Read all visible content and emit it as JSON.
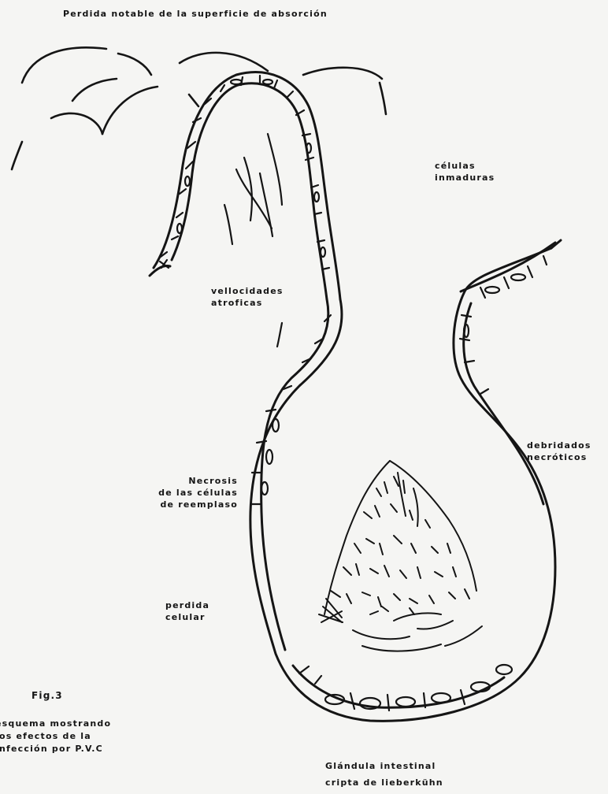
{
  "labels": {
    "top_title": "Perdida notable de la superficie de absorción",
    "immature_cells": [
      "células",
      "inmaduras"
    ],
    "atrophic_villi": [
      "vellocidades",
      "atroficas"
    ],
    "necrotic_debris": [
      "debridados",
      "necróticos"
    ],
    "replacement_necrosis": [
      "Necrosis",
      "de las células",
      "de reemplaso"
    ],
    "cell_loss": [
      "perdida",
      "celular"
    ],
    "figure_number": "Fig.3",
    "figure_caption": [
      "esquema mostrando",
      "los efectos de la",
      "infección por P.V.C"
    ],
    "gland": [
      "Glándula intestinal",
      "cripta de lieberkühn"
    ]
  },
  "colors": {
    "ink": "#151515",
    "paper": "#f5f5f3"
  }
}
